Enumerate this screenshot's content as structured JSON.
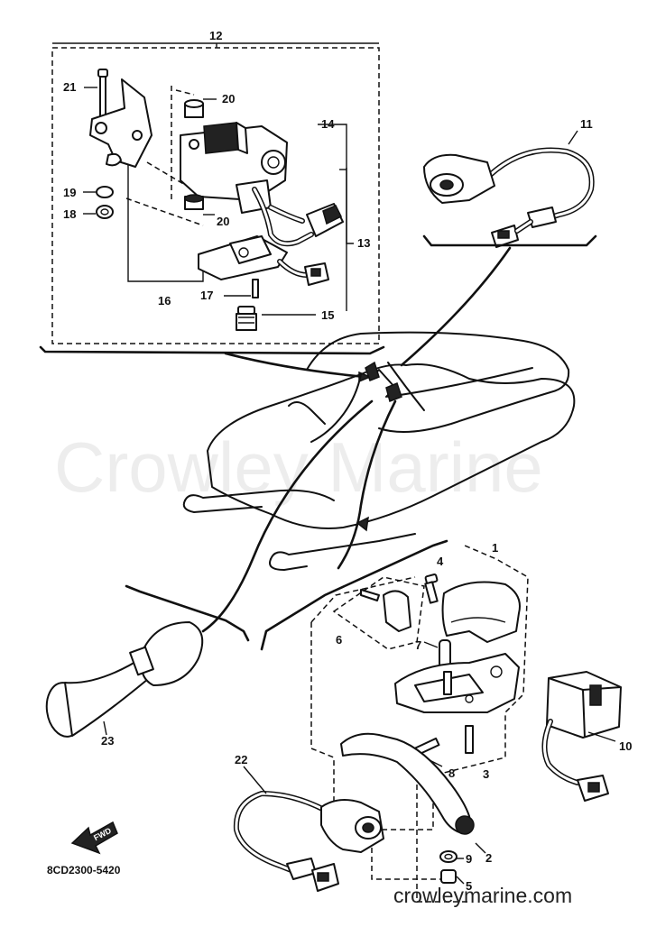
{
  "watermark": "Crowley Marine",
  "website": "crowleymarine.com",
  "diagram_code": "8CD2300-5420",
  "forward_marker": "FWD",
  "callouts": {
    "n1": "1",
    "n2": "2",
    "n3": "3",
    "n4": "4",
    "n5": "5",
    "n6": "6",
    "n7": "7",
    "n8": "8",
    "n9": "9",
    "n10": "10",
    "n11": "11",
    "n12": "12",
    "n13": "13",
    "n14": "14",
    "n15": "15",
    "n16": "16",
    "n17": "17",
    "n18": "18",
    "n19": "19",
    "n20a": "20",
    "n20b": "20",
    "n21": "21",
    "n22": "22",
    "n23": "23"
  }
}
